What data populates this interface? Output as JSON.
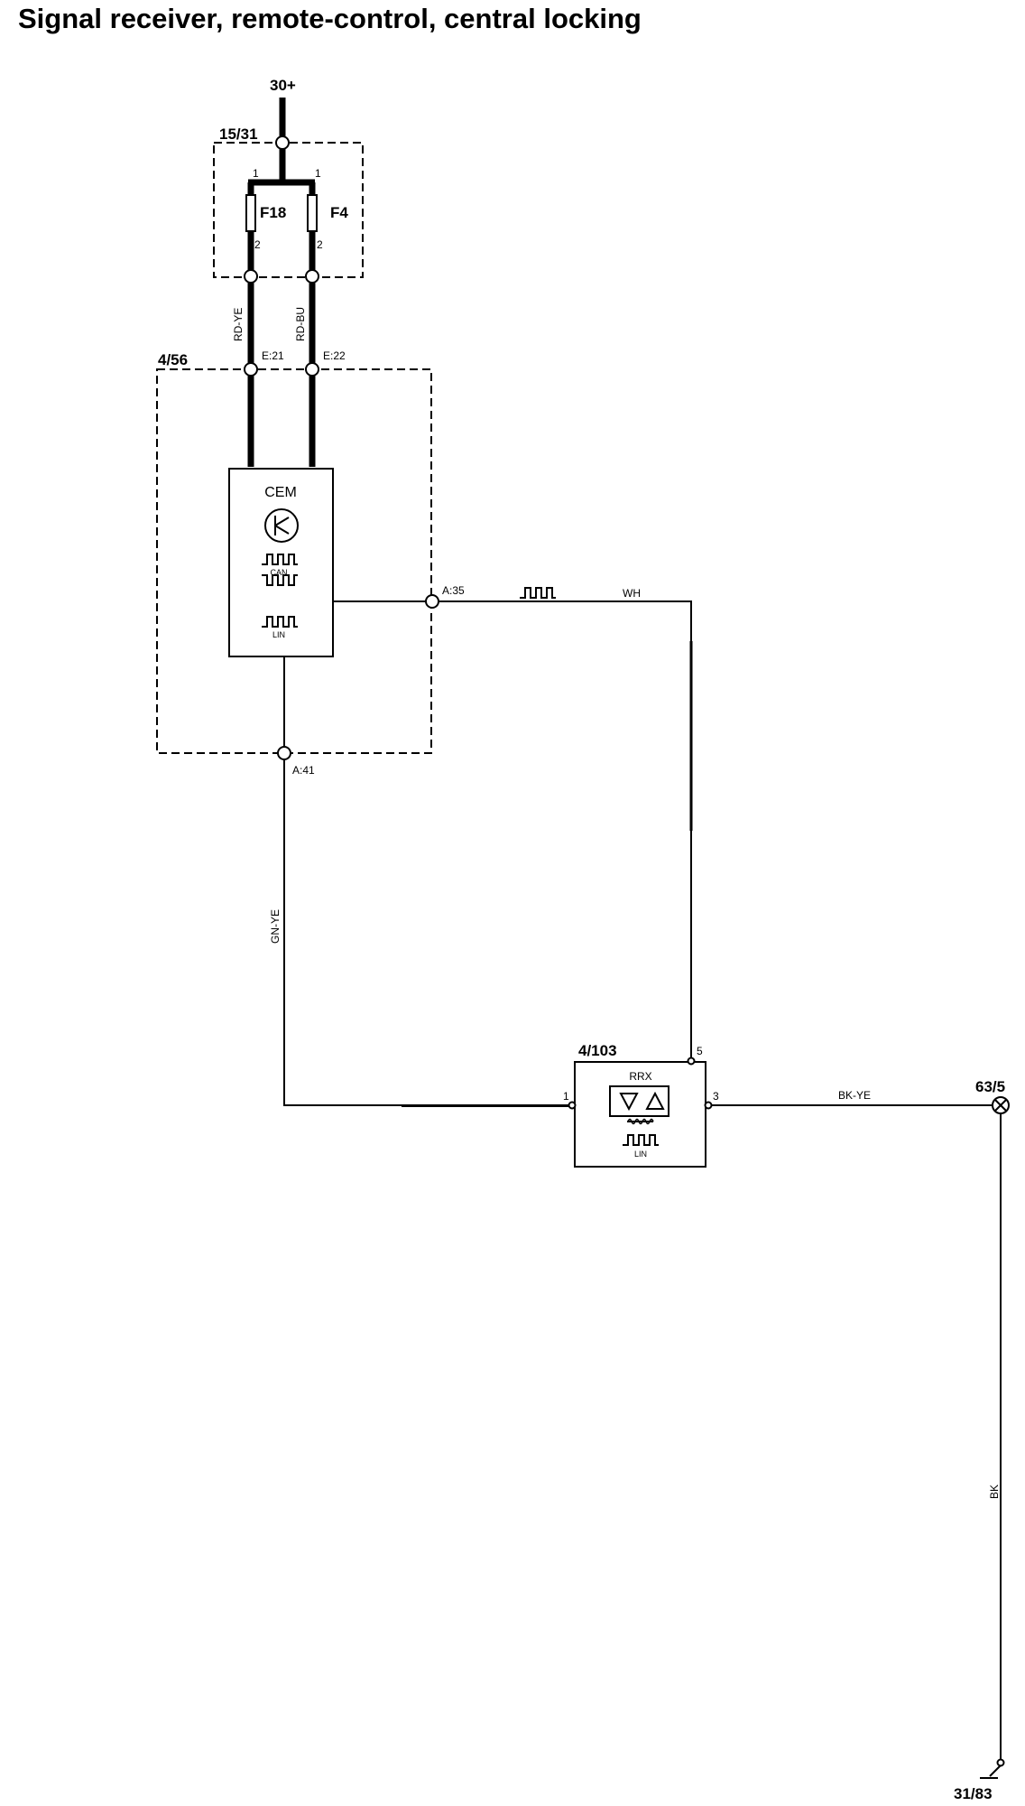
{
  "title": "Signal receiver, remote-control, central locking",
  "supply": {
    "label": "30+"
  },
  "fuse_box": {
    "id": "15/31",
    "fuses": [
      {
        "name": "F18",
        "pin_in": "1",
        "pin_out": "2",
        "wire": "RD-YE"
      },
      {
        "name": "F4",
        "pin_in": "1",
        "pin_out": "2",
        "wire": "RD-BU"
      }
    ]
  },
  "cem_module": {
    "id": "4/56",
    "name": "CEM",
    "can_label": "CAN",
    "lin_label": "LIN",
    "pins": {
      "e21": "E:21",
      "e22": "E:22",
      "a35": "A:35",
      "a41": "A:41"
    }
  },
  "receiver": {
    "id": "4/103",
    "name": "RRX",
    "lin_label": "LIN",
    "pins": {
      "p1": "1",
      "p3": "3",
      "p5": "5"
    }
  },
  "wires": {
    "wh": "WH",
    "gn_ye": "GN-YE",
    "bk_ye": "BK-YE",
    "bk": "BK"
  },
  "ground_point": {
    "id": "63/5"
  },
  "ground": {
    "id": "31/83"
  }
}
